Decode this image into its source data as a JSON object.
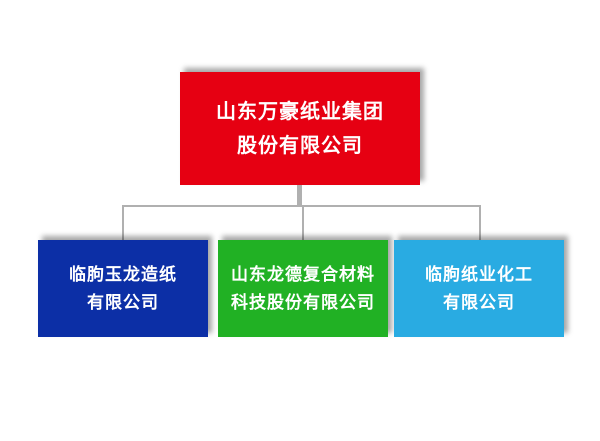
{
  "org": {
    "connector_color": "#b0b0b0",
    "root": {
      "line1": "山东万豪纸业集团",
      "line2": "股份有限公司",
      "color": "#e60012"
    },
    "children": [
      {
        "line1": "临朐玉龙造纸",
        "line2": "有限公司",
        "color": "#0c2fa6"
      },
      {
        "line1": "山东龙德复合材料",
        "line2": "科技股份有限公司",
        "color": "#21b124"
      },
      {
        "line1": "临朐纸业化工",
        "line2": "有限公司",
        "color": "#29abe2"
      }
    ]
  }
}
